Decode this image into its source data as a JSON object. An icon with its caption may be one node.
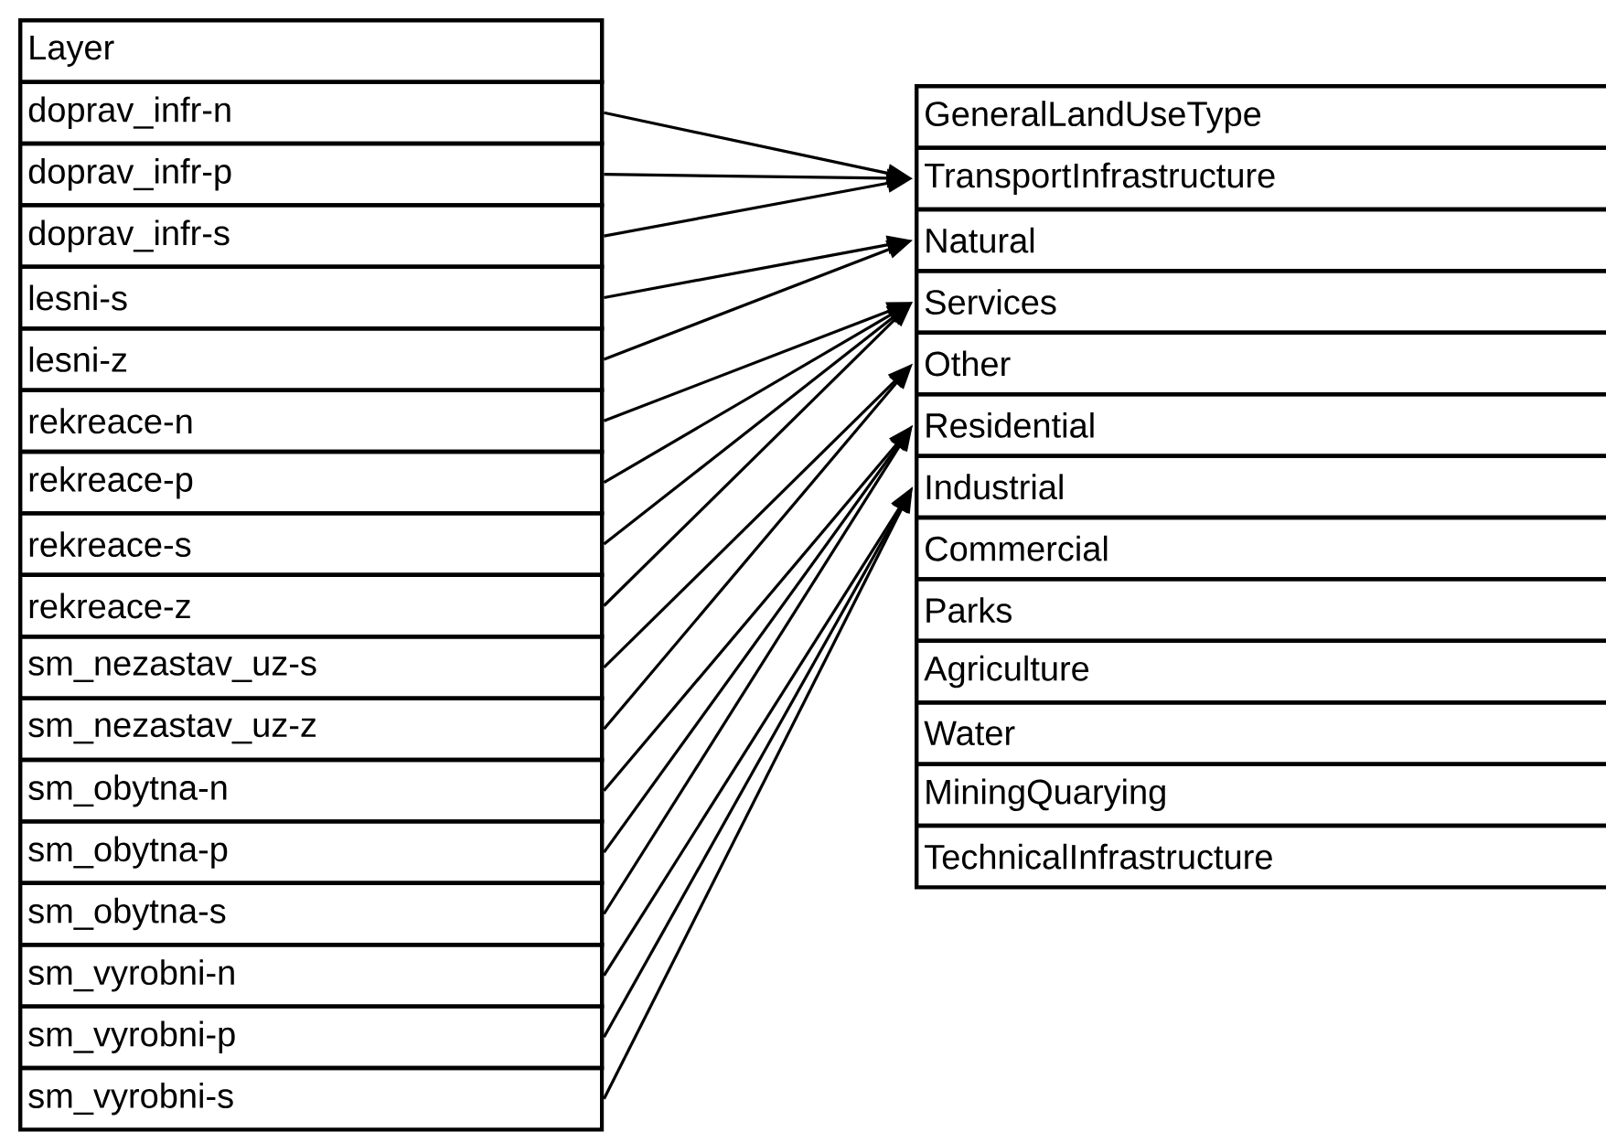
{
  "diagram": {
    "nodes": [
      {
        "text": [
          "Layer"
        ]
      },
      {
        "text": [
          "doprav_infr-n"
        ]
      },
      {
        "text": [
          "doprav_infr-p"
        ]
      },
      {
        "text": [
          "doprav_infr-s"
        ]
      },
      {
        "text": [
          "lesni-s"
        ]
      },
      {
        "text": [
          "lesni-z"
        ]
      },
      {
        "text": [
          "rekreace-n"
        ]
      },
      {
        "text": [
          "rekreace-p"
        ]
      },
      {
        "text": [
          "rekreace-s"
        ]
      },
      {
        "text": [
          "rekreace-z"
        ]
      },
      {
        "text": [
          "sm_nezastav_uz-s"
        ]
      },
      {
        "text": [
          "sm_nezastav_uz-z"
        ]
      },
      {
        "text": [
          "sm_obytna-n"
        ]
      },
      {
        "text": [
          "sm_obytna-p"
        ]
      },
      {
        "text": [
          "sm_obytna-s"
        ]
      },
      {
        "text": [
          "sm_vyrobni-n"
        ]
      },
      {
        "text": [
          "sm_vyrobni-p"
        ]
      },
      {
        "text": [
          "sm_vyrobni-s"
        ]
      },
      {
        "text": [
          "GeneralLandUseType"
        ]
      },
      {
        "text": [
          "TransportInfrastructure"
        ]
      },
      {
        "text": [
          "Natural"
        ]
      },
      {
        "text": [
          "Services"
        ]
      },
      {
        "text": [
          "Other"
        ]
      },
      {
        "text": [
          "Residential"
        ]
      },
      {
        "text": [
          "Industrial"
        ]
      },
      {
        "text": [
          "Commercial"
        ]
      },
      {
        "text": [
          "Parks"
        ]
      },
      {
        "text": [
          "Agriculture"
        ]
      },
      {
        "text": [
          "Water"
        ]
      },
      {
        "text": [
          "MiningQuarying"
        ]
      },
      {
        "text": [
          "TechnicalInfrastructure"
        ]
      }
    ],
    "edges": [
      {
        "from": 1,
        "to": 19,
        "arrow": "to"
      },
      {
        "from": 2,
        "to": 19,
        "arrow": "to"
      },
      {
        "from": 3,
        "to": 19,
        "arrow": "to"
      },
      {
        "from": 4,
        "to": 20,
        "arrow": "to"
      },
      {
        "from": 5,
        "to": 20,
        "arrow": "to"
      },
      {
        "from": 6,
        "to": 21,
        "arrow": "to"
      },
      {
        "from": 7,
        "to": 21,
        "arrow": "to"
      },
      {
        "from": 8,
        "to": 21,
        "arrow": "to"
      },
      {
        "from": 9,
        "to": 21,
        "arrow": "to"
      },
      {
        "from": 10,
        "to": 22,
        "arrow": "to"
      },
      {
        "from": 11,
        "to": 22,
        "arrow": "to"
      },
      {
        "from": 12,
        "to": 23,
        "arrow": "to"
      },
      {
        "from": 13,
        "to": 23,
        "arrow": "to"
      },
      {
        "from": 14,
        "to": 23,
        "arrow": "to"
      },
      {
        "from": 15,
        "to": 24,
        "arrow": "to"
      },
      {
        "from": 16,
        "to": 24,
        "arrow": "to"
      },
      {
        "from": 17,
        "to": 24,
        "arrow": "to"
      }
    ]
  }
}
